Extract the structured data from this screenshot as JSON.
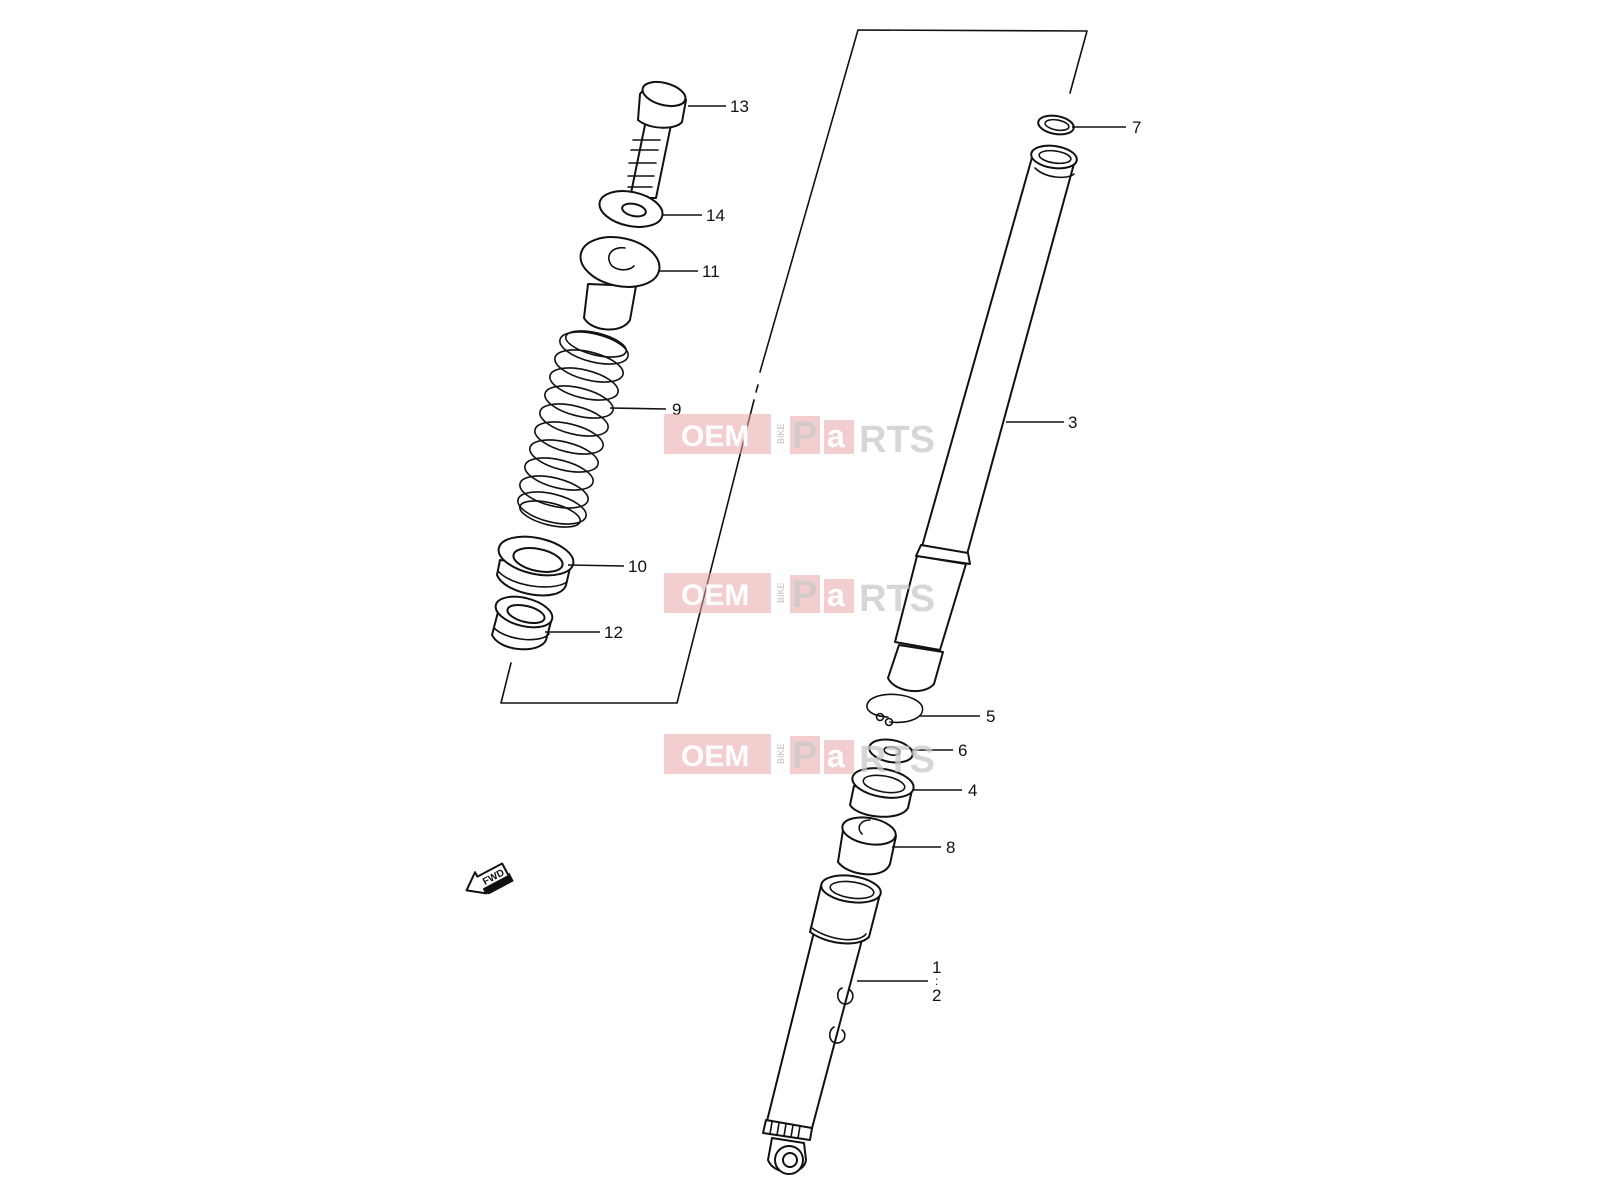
{
  "callouts": {
    "c1": "1",
    "c2": "2",
    "c3": "3",
    "c4": "4",
    "c5": "5",
    "c6": "6",
    "c7": "7",
    "c8": "8",
    "c9": "9",
    "c10": "10",
    "c11": "11",
    "c12": "12",
    "c13": "13",
    "c14": "14"
  },
  "fwd_label": "FWD",
  "watermark": {
    "oem": "OEM",
    "bike": "BIKE",
    "parts_p": "P",
    "parts_a": "a",
    "parts_rts": "RTS",
    "accent_color": "#e7a5a8"
  }
}
